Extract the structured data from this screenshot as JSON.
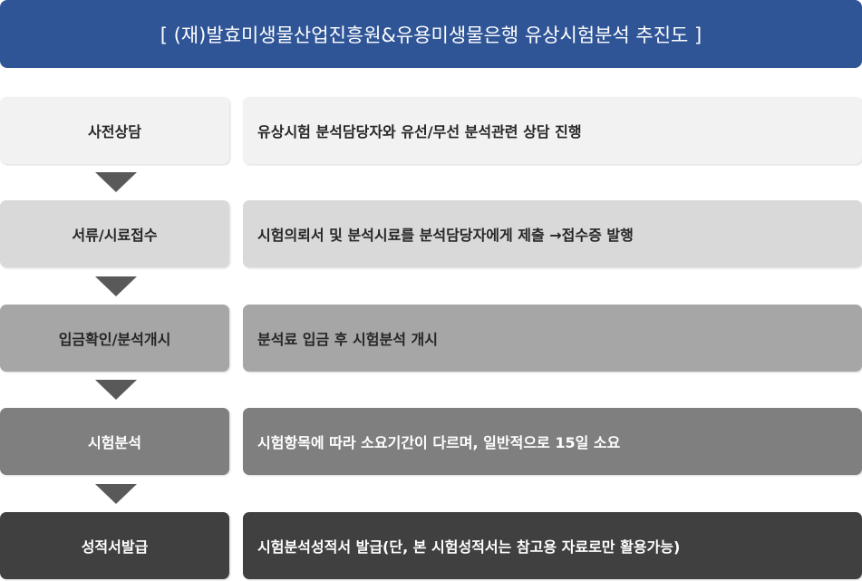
{
  "title": "[ (재)발효미생물산업진흥원&유용미생물은행 유상시험분석 추진도 ]",
  "steps": [
    {
      "label": "사전상담",
      "desc": "유상시험 분석담당자와 유선/무선 분석관련 상담 진행",
      "bg": "#f2f2f2",
      "color": "#262626"
    },
    {
      "label": "서류/시료접수",
      "desc": "시험의뢰서 및 분석시료를 분석담당자에게 제출 →접수증 발행",
      "bg": "#d9d9d9",
      "color": "#262626"
    },
    {
      "label": "입금확인/분석개시",
      "desc": "분석료 입금 후 시험분석 개시",
      "bg": "#a6a6a6",
      "color": "#262626"
    },
    {
      "label": "시험분석",
      "desc": "시험항목에 따라 소요기간이 다르며, 일반적으로 15일 소요",
      "bg": "#7f7f7f",
      "color": "#ffffff"
    },
    {
      "label": "성적서발급",
      "desc": "시험분석성적서 발급(단, 본 시험성적서는 참고용 자료로만 활용가능)",
      "bg": "#404040",
      "color": "#ffffff"
    }
  ]
}
